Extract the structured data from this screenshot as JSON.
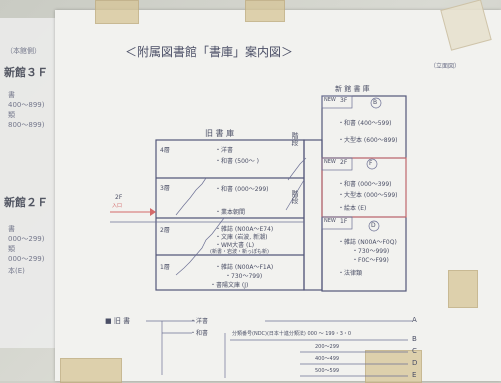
{
  "sign": {
    "title": "＜附属図書館「書庫」案内図＞",
    "ref_note": "（立面図）"
  },
  "background_sign": {
    "note_top": "（本館側）",
    "floor_3f": "新館３Ｆ",
    "floor_2f": "新館２Ｆ",
    "lines_3f": [
      "書",
      "400〜899)",
      "類",
      "800〜899)"
    ],
    "lines_2f": [
      "書",
      "000〜299)",
      "類",
      "000〜299)",
      "本(E)"
    ]
  },
  "old_stacks": {
    "title": "旧 書 庫",
    "floors": [
      "4層",
      "3層",
      "2層",
      "1層"
    ],
    "lines": [
      "・洋書",
      "・和書 (500〜  )",
      "・和書 (000〜299)",
      "・業本朝間",
      "・雑誌 (N00A〜E74)",
      "・文庫 (岩波, 新潮)",
      "・WM大書 (L)",
      "(新書・岩波・新っぽも新)",
      "・雑誌 (N00A〜F1A)",
      "・730〜799)",
      "・書陽文庫 (J)"
    ]
  },
  "stairs": [
    "階段",
    "階段"
  ],
  "new_stacks": {
    "title": "新 館 書 庫",
    "floors": [
      "3F",
      "2F",
      "1F"
    ],
    "new_tag": "NEW",
    "codes": [
      "B",
      "F",
      "D"
    ],
    "lines": [
      "・和書 (400〜599)",
      "・大型本 (600〜899)",
      "・和書 (000〜399)",
      "・大型本 (000〜599)",
      "・絵本 (E)",
      "・雑誌 (N00A〜F0Q)",
      "・730〜999)",
      "・F0C〜F99)",
      "・法律類"
    ]
  },
  "entrance": {
    "label": "2F",
    "sub": "入口"
  },
  "legend": {
    "head": "■ 旧 書",
    "items": [
      "・洋書",
      "・和書"
    ],
    "detail": "分類番号(NDC)(日本十進分類法) 000 〜 199・3・0",
    "rows": [
      "200〜299",
      "400〜499",
      "500〜599"
    ],
    "targets": [
      "A",
      "B",
      "C",
      "D",
      "E"
    ]
  },
  "colors": {
    "ink": "#4b4f66",
    "red": "#d46a6a",
    "paper": "#f2f2ef"
  }
}
